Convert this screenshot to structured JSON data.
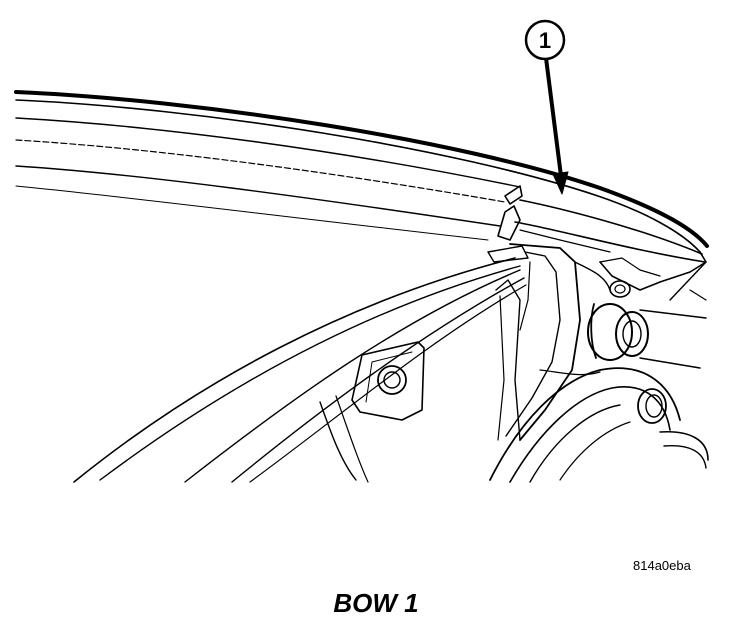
{
  "illustration": {
    "callout_number": "1",
    "figure_code": "814a0eba",
    "caption": "BOW 1"
  }
}
